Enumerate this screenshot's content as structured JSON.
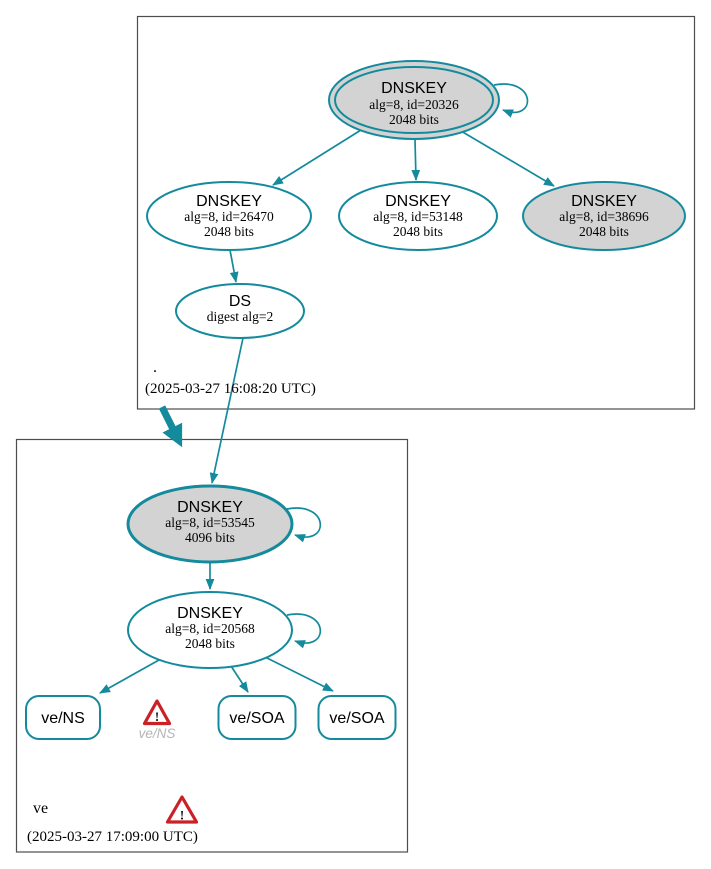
{
  "palette": {
    "edge_teal": "#148a9d",
    "node_fill_gray": "#d3d3d3",
    "node_fill_white": "#ffffff",
    "cluster_border": "#4d4d4d",
    "warning_red": "#cb2026",
    "warning_label_gray": "#b5b5b5"
  },
  "zones": {
    "root": {
      "label": ".",
      "timestamp": "(2025-03-27 16:08:20 UTC)"
    },
    "ve": {
      "label": "ve",
      "timestamp": "(2025-03-27 17:09:00 UTC)"
    }
  },
  "nodes": {
    "key20326": {
      "type": "DNSKEY",
      "detail": "alg=8, id=20326",
      "size": "2048 bits"
    },
    "key26470": {
      "type": "DNSKEY",
      "detail": "alg=8, id=26470",
      "size": "2048 bits"
    },
    "key53148": {
      "type": "DNSKEY",
      "detail": "alg=8, id=53148",
      "size": "2048 bits"
    },
    "key38696": {
      "type": "DNSKEY",
      "detail": "alg=8, id=38696",
      "size": "2048 bits"
    },
    "ds_root": {
      "type": "DS",
      "detail": "digest alg=2"
    },
    "key53545": {
      "type": "DNSKEY",
      "detail": "alg=8, id=53545",
      "size": "4096 bits"
    },
    "key20568": {
      "type": "DNSKEY",
      "detail": "alg=8, id=20568",
      "size": "2048 bits"
    },
    "rrset_ns": {
      "label": "ve/NS"
    },
    "rrset_ns_warning": {
      "label": "ve/NS"
    },
    "rrset_soa_1": {
      "label": "ve/SOA"
    },
    "rrset_soa_2": {
      "label": "ve/SOA"
    }
  },
  "icons": {
    "warning_mark": "!"
  }
}
